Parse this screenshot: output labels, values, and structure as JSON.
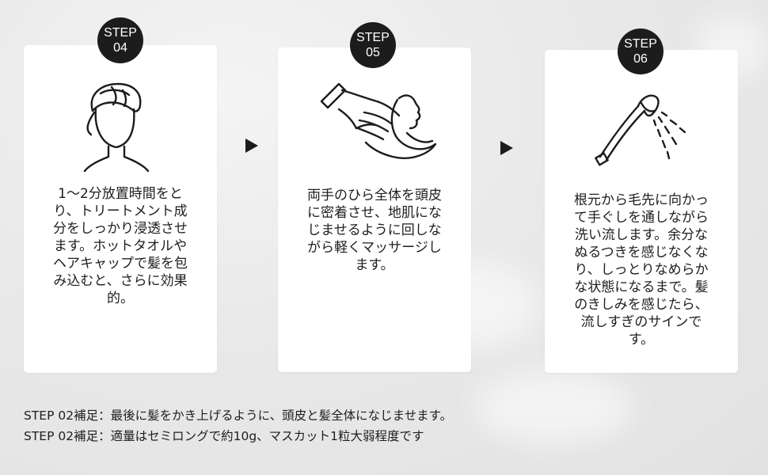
{
  "steps": [
    {
      "label": "STEP",
      "number": "04",
      "icon": "towel-head-icon",
      "text": "1〜2分放置時間をと\nり、トリートメント成\n分をしっかり浸透させ\nます。ホットタオルや\nヘアキャップで髪を包\nみ込むと、さらに効果\n的。"
    },
    {
      "label": "STEP",
      "number": "05",
      "icon": "hands-hair-icon",
      "text": "両手のひら全体を頭皮\nに密着させ、地肌にな\nじませるように回しな\nがら軽くマッサージし\nます。"
    },
    {
      "label": "STEP",
      "number": "06",
      "icon": "shower-head-icon",
      "text": "根元から毛先に向かっ\nて手ぐしを通しながら\n洗い流します。余分な\nぬるつきを感じなくな\nり、しっとりなめらか\nな状態になるまで。髪\nのきしみを感じたら、\n流しすぎのサインで\nす。"
    }
  ],
  "arrows": [
    "play-arrow-icon",
    "play-arrow-icon"
  ],
  "notes": [
    "STEP 02補足：最後に髪をかき上げるように、頭皮と髪全体になじませます。",
    "STEP 02補足：適量はセミロングで約10g、マスカット1粒大弱程度です"
  ]
}
